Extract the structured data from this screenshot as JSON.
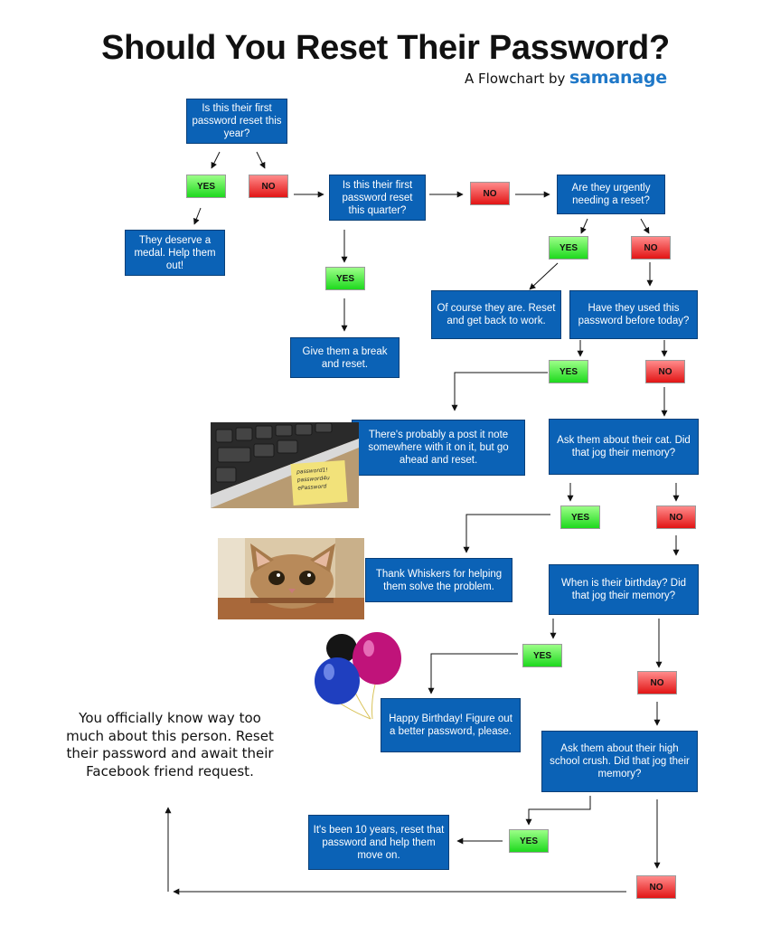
{
  "header": {
    "title": "Should You Reset Their Password?",
    "subtitle": "A Flowchart by",
    "brand": "samanage"
  },
  "nodes": {
    "q_first_year": "Is this their first password reset this year?",
    "medal": "They deserve a medal. Help them out!",
    "q_first_quarter": "Is this their first password reset this quarter?",
    "give_break": "Give them a break and reset.",
    "q_urgent": "Are they urgently needing a reset?",
    "of_course": "Of course they are. Reset and get back to work.",
    "q_used_before": "Have they used this password before today?",
    "post_it": "There's probably a post it note somewhere with it on it, but go ahead and reset.",
    "q_cat": "Ask them about their cat. Did that jog their memory?",
    "whiskers": "Thank Whiskers for helping them solve the problem.",
    "q_birthday": "When is their birthday? Did that jog their memory?",
    "happy_birthday": "Happy Birthday! Figure out a better password, please.",
    "q_crush": "Ask them about their high school crush. Did that jog their memory?",
    "ten_years": "It's been 10 years, reset that password and help them move on.",
    "final": "You officially know way too much about this person. Reset their password and await their Facebook friend request."
  },
  "answers": {
    "yes": "YES",
    "no": "NO"
  },
  "images": {
    "keyboard_note": "keyboard-with-sticky-note",
    "note_lines": [
      "password1!",
      "password4u",
      "ePassword"
    ],
    "cat": "cat-peeking-over-table",
    "balloons": "party-balloons"
  },
  "colors": {
    "box": "#0b62b6",
    "yes_top": "#9cff88",
    "yes_bottom": "#1ed91e",
    "no_top": "#ff8b8b",
    "no_bottom": "#e21515",
    "brand": "#1f78c8"
  }
}
